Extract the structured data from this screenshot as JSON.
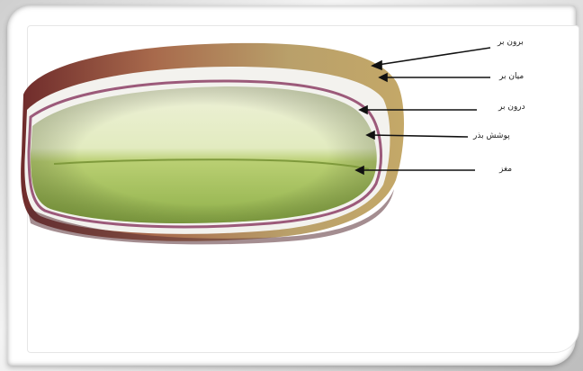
{
  "labels": {
    "exocarp": "برون بر",
    "mesocarp": "میان بر",
    "endocarp": "درون بر",
    "seed_coat": "پوشش بذر",
    "embryo": "مغز"
  },
  "colors": {
    "hull_red": "#8b3a3a",
    "hull_tan": "#b79a5e",
    "shell_white": "#f2f2ee",
    "kernel_green": "#9fbf5a",
    "kernel_light": "#e9efcf",
    "arrow": "#111111"
  }
}
